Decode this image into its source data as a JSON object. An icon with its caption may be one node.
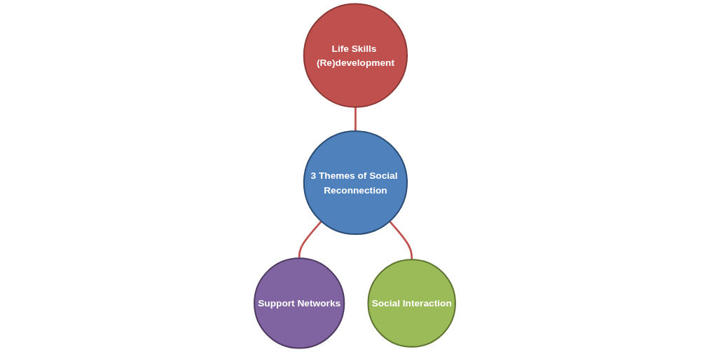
{
  "diagram": {
    "nodes": [
      {
        "text": [
          "Life Skills (Re)development"
        ]
      },
      {
        "text": [
          "3 Themes of Social Reconnection"
        ]
      },
      {
        "text": [
          "Support Networks"
        ]
      },
      {
        "text": [
          "Social Interaction"
        ]
      }
    ],
    "edges": [
      {
        "from": 0,
        "to": 1,
        "arrow": "none"
      },
      {
        "from": 1,
        "to": 2,
        "arrow": "none"
      },
      {
        "from": 1,
        "to": 3,
        "arrow": "none"
      }
    ]
  }
}
